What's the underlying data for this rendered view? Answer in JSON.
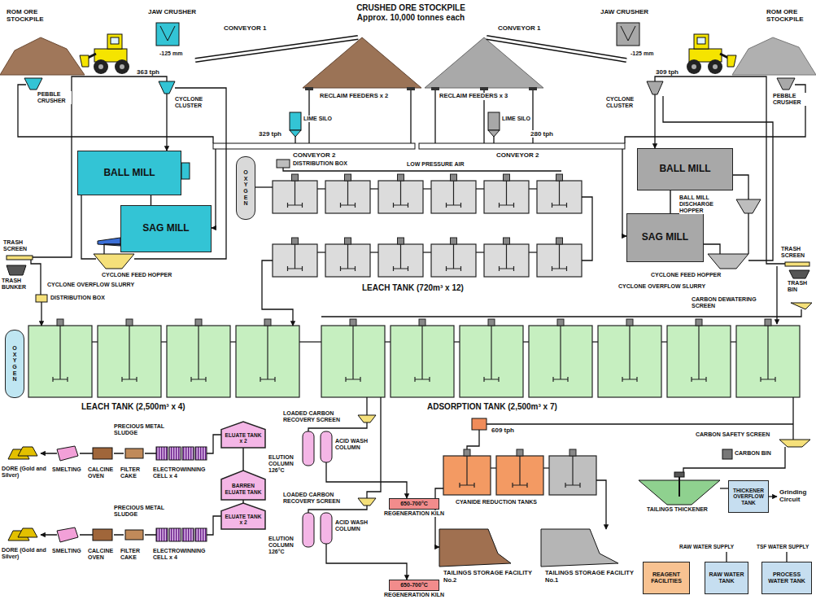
{
  "diagram": {
    "nodes": [
      {
        "text": [
          "BALL MILL"
        ]
      },
      {
        "text": [
          "SAG MILL"
        ]
      },
      {
        "text": [
          "OXYGEN"
        ]
      },
      {
        "text": [
          "BALL MILL"
        ]
      },
      {
        "text": [
          "SAG MILL"
        ]
      },
      {
        "text": [
          "OXYGEN"
        ]
      },
      {
        "text": [
          "ELUATE TANK x 2"
        ]
      },
      {
        "text": [
          "BARREN ELUATE TANK"
        ]
      },
      {
        "text": [
          "ELUATE TANK x 2"
        ]
      },
      {
        "text": [
          "650-700°C",
          "REGENERATION KILN"
        ]
      },
      {
        "text": [
          "650-700°C",
          "REGENERATION KILN"
        ]
      },
      {
        "text": [
          "THICKENER OVERFLOW TANK"
        ]
      },
      {
        "text": [
          "REAGENT FACILITIES"
        ]
      },
      {
        "text": [
          "RAW WATER TANK"
        ]
      },
      {
        "text": [
          "PROCESS WATER TANK"
        ]
      }
    ],
    "edges": [
      {
        "from": 1,
        "to": 0,
        "arrow": "none"
      },
      {
        "from": 4,
        "to": 3,
        "arrow": "none"
      },
      {
        "from": 6,
        "to": 7,
        "arrow": "none"
      },
      {
        "from": 7,
        "to": 8,
        "arrow": "none"
      }
    ],
    "labels": [
      "ROM ORE STOCKPILE",
      "JAW CRUSHER",
      "363 tph",
      "-125 mm",
      "CONVEYOR 1",
      "CRUSHED ORE STOCKPILE Approx. 10,000 tonnes each",
      "CONVEYOR 1",
      "JAW CRUSHER",
      "-125 mm",
      "309 tph",
      "ROM ORE STOCKPILE",
      "PEBBLE CRUSHER",
      "CYCLONE CLUSTER",
      "RECLAIM FEEDERS x 2",
      "RECLAIM FEEDERS x 3",
      "LIME SILO",
      "LIME SILO",
      "329 tph",
      "280 tph",
      "CYCLONE CLUSTER",
      "PEBBLE CRUSHER",
      "CONVEYOR 2",
      "CONVEYOR 2",
      "DISTRIBUTION BOX",
      "LOW PRESSURE AIR",
      "LEACH TANK (720m³ x 12)",
      "BALL MILL DISCHARGE HOPPER",
      "CYCLONE FEED HOPPER",
      "CYCLONE FEED HOPPER",
      "TRASH SCREEN",
      "TRASH BUNKER",
      "CYCLONE OVERFLOW SLURRY",
      "DISTRIBUTION BOX",
      "TRASH SCREEN",
      "TRASH BIN",
      "CYCLONE OVERFLOW SLURRY",
      "CARBON DEWATERING SCREEN",
      "LEACH TANK (2,500m³ x 4)",
      "ADSORPTION TANK (2,500m³ x 7)",
      "LOADED CARBON RECOVERY SCREEN",
      "PRECIOUS METAL SLUDGE",
      "DORE (Gold and Silver)",
      "SMELTING",
      "CALCINE OVEN",
      "FILTER CAKE",
      "ELECTROWINNING CELL x 4",
      "ELUTION COLUMN 126°C",
      "ACID WASH COLUMN",
      "LOADED CARBON RECOVERY SCREEN",
      "PRECIOUS METAL SLUDGE",
      "DORE (Gold and Silver)",
      "SMELTING",
      "CALCINE OVEN",
      "FILTER CAKE",
      "ELECTROWINNING CELL x 4",
      "ELUTION COLUMN 126°C",
      "ACID WASH COLUMN",
      "609 tph",
      "CARBON SAFETY SCREEN",
      "CARBON BIN",
      "CYANIDE REDUCTION TANKS",
      "TAILINGS THICKENER",
      "Grinding Circuit",
      "TAILINGS STORAGE FACILITY No.2",
      "TAILINGS STORAGE FACILITY No.1",
      "RAW WATER SUPPLY",
      "TSF WATER SUPPLY"
    ]
  }
}
